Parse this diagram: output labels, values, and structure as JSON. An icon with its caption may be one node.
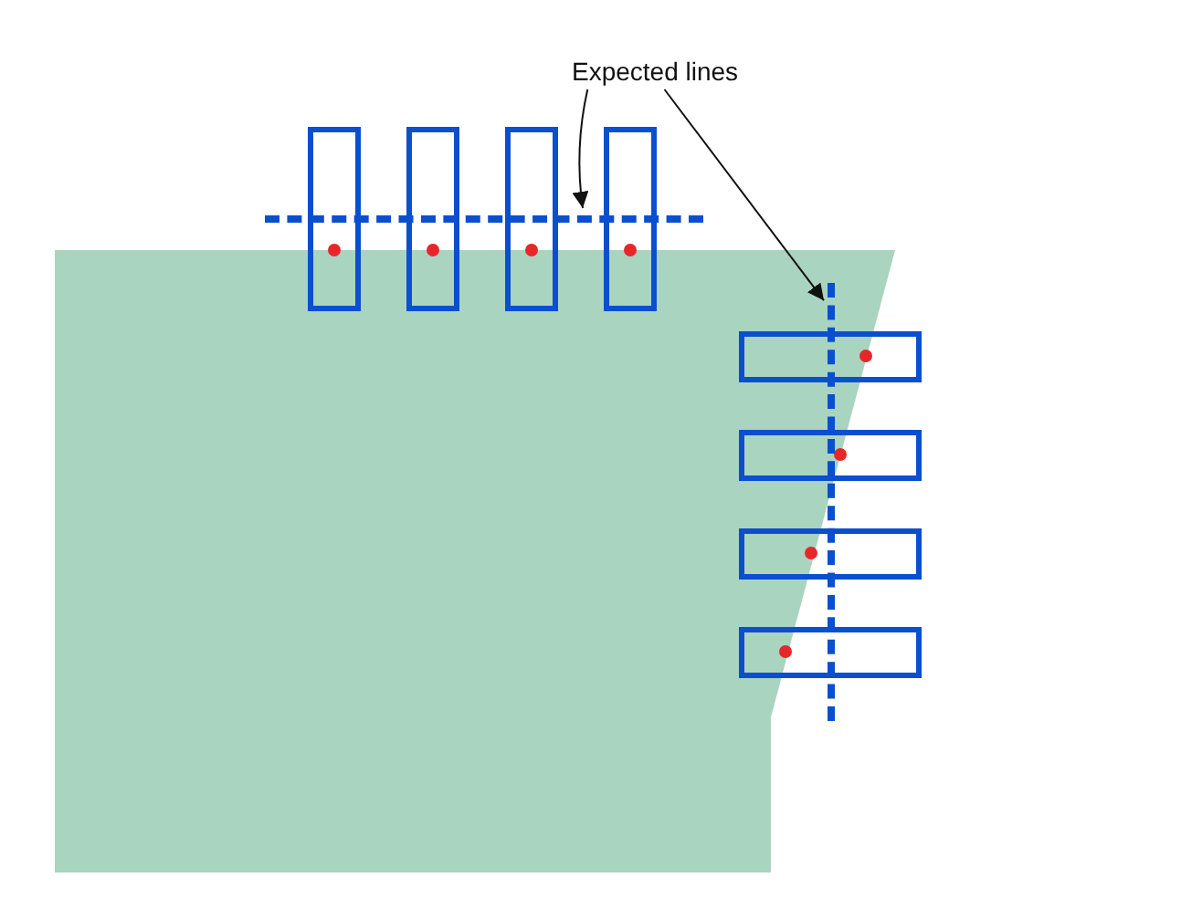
{
  "diagram": {
    "nodes": [
      {
        "text": [
          "Expected lines"
        ]
      },
      {
        "text": [],
        "shape": "line"
      },
      {
        "text": [],
        "shape": "line"
      }
    ],
    "edges": [
      {
        "from": 0,
        "to": 1,
        "arrow": "to"
      },
      {
        "from": 0,
        "to": 2,
        "arrow": "to"
      }
    ]
  }
}
